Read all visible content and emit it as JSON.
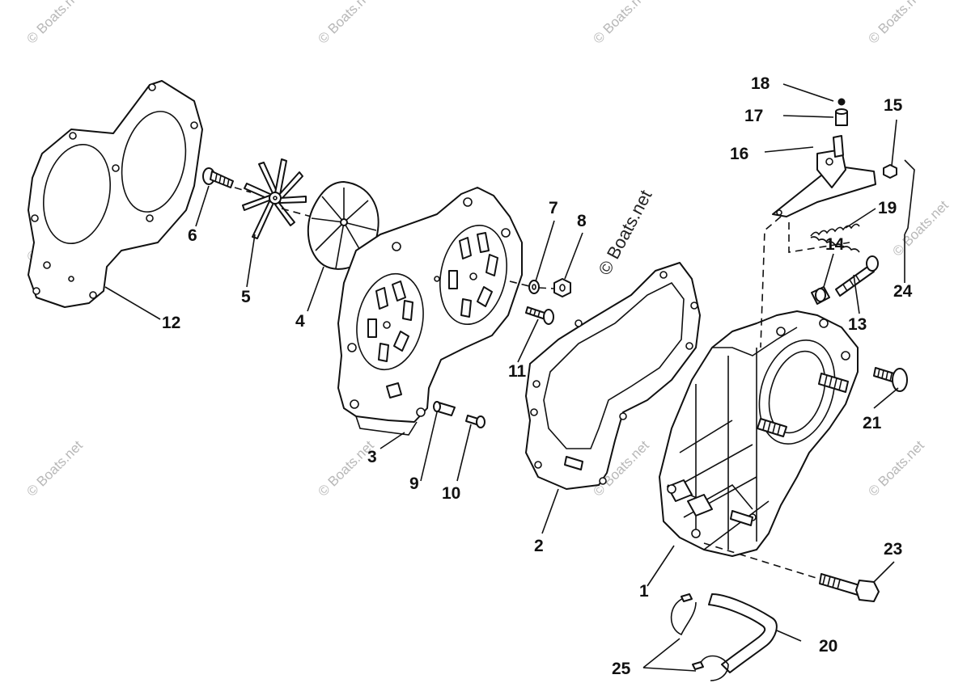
{
  "watermark_text": "© Boats.net",
  "copyright_text": "© Boats.net",
  "callouts": {
    "c1": "1",
    "c2": "2",
    "c3": "3",
    "c4": "4",
    "c5": "5",
    "c6": "6",
    "c7": "7",
    "c8": "8",
    "c9": "9",
    "c10": "10",
    "c11": "11",
    "c12": "12",
    "c13": "13",
    "c14": "14",
    "c15": "15",
    "c16": "16",
    "c17": "17",
    "c18": "18",
    "c19": "19",
    "c20": "20",
    "c21": "21",
    "c23": "23",
    "c24": "24",
    "c25": "25"
  }
}
